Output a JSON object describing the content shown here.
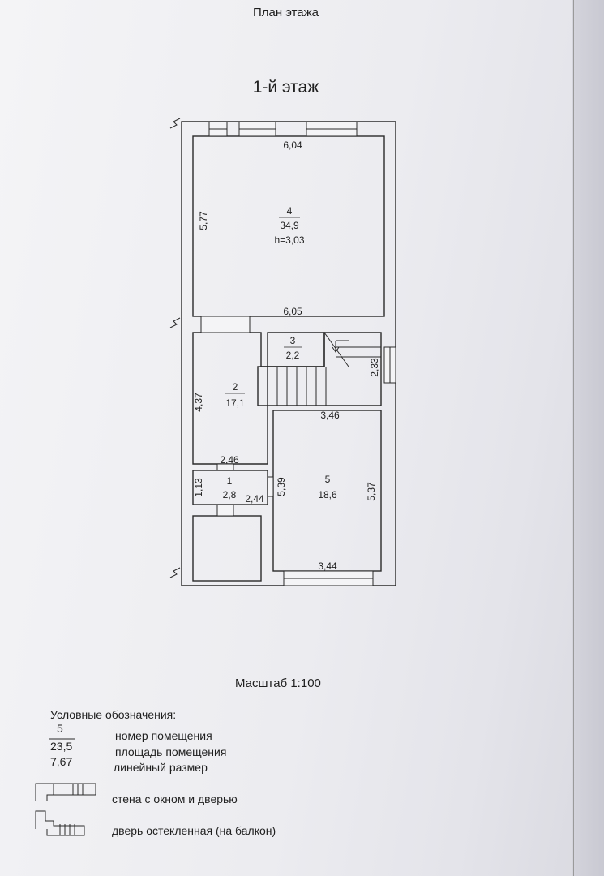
{
  "header": {
    "title": "План этажа"
  },
  "floor": {
    "title": "1-й этаж"
  },
  "rooms": [
    {
      "number": "4",
      "area": "34,9",
      "height": "h=3,03"
    },
    {
      "number": "3",
      "area": "2,2"
    },
    {
      "number": "2",
      "area": "17,1"
    },
    {
      "number": "1",
      "area": "2,8"
    },
    {
      "number": "5",
      "area": "18,6"
    }
  ],
  "dimensions": {
    "r4_top": "6,04",
    "r4_bottom": "6,05",
    "r4_left": "5,77",
    "r3_right": "2,33",
    "r2_left": "4,37",
    "r5_top": "3,46",
    "r2_bottom": "2,46",
    "r1_left": "1,13",
    "r1_right": "2,44",
    "r5_left": "5,39",
    "r5_right": "5,37",
    "r5_bottom": "3,44"
  },
  "scale": {
    "label": "Масштаб 1:100"
  },
  "legend": {
    "title": "Условные обозначения:",
    "sample_number": "5",
    "sample_area": "23,5",
    "sample_length": "7,67",
    "number_desc": "номер помещения",
    "area_desc": "площадь помещения",
    "length_desc": "линейный размер",
    "wall_desc": "стена с окном и дверью",
    "door_desc": "дверь остекленная (на балкон)"
  }
}
